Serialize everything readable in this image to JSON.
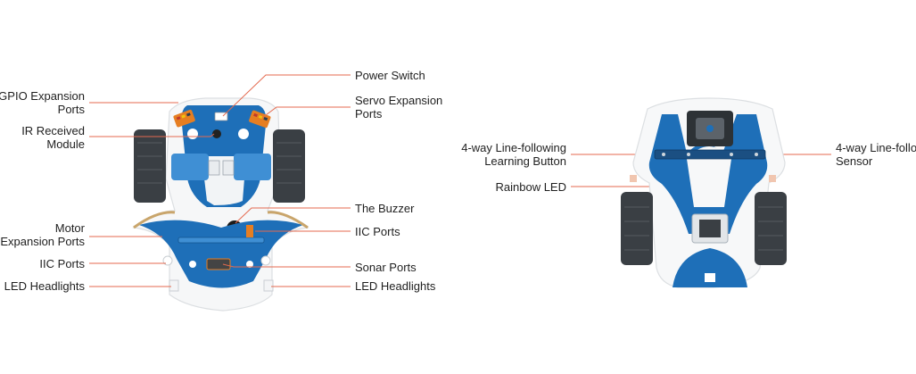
{
  "front_view": {
    "labels": {
      "gpio": [
        "GPIO Expansion",
        "Ports"
      ],
      "ir": [
        "IR Received",
        "Module"
      ],
      "motor": [
        "Motor",
        "Expansion Ports"
      ],
      "iic_left": [
        "IIC Ports"
      ],
      "led_left": [
        "LED Headlights"
      ],
      "power": [
        "Power Switch"
      ],
      "servo": [
        "Servo Expansion",
        "Ports"
      ],
      "buzzer": [
        "The Buzzer"
      ],
      "iic_right": [
        "IIC Ports"
      ],
      "sonar": [
        "Sonar Ports"
      ],
      "led_right": [
        "LED Headlights"
      ]
    }
  },
  "bottom_view": {
    "labels": {
      "learning": [
        "4-way Line-following",
        "Learning Button"
      ],
      "rainbow": [
        "Rainbow LED"
      ],
      "sensor": [
        "4-way Line-follo",
        "Sensor"
      ]
    }
  },
  "colors": {
    "blue": "#1e6fb8",
    "leader": "#e46a4f",
    "tire": "#3a3f44",
    "text": "#1f1f1f"
  }
}
